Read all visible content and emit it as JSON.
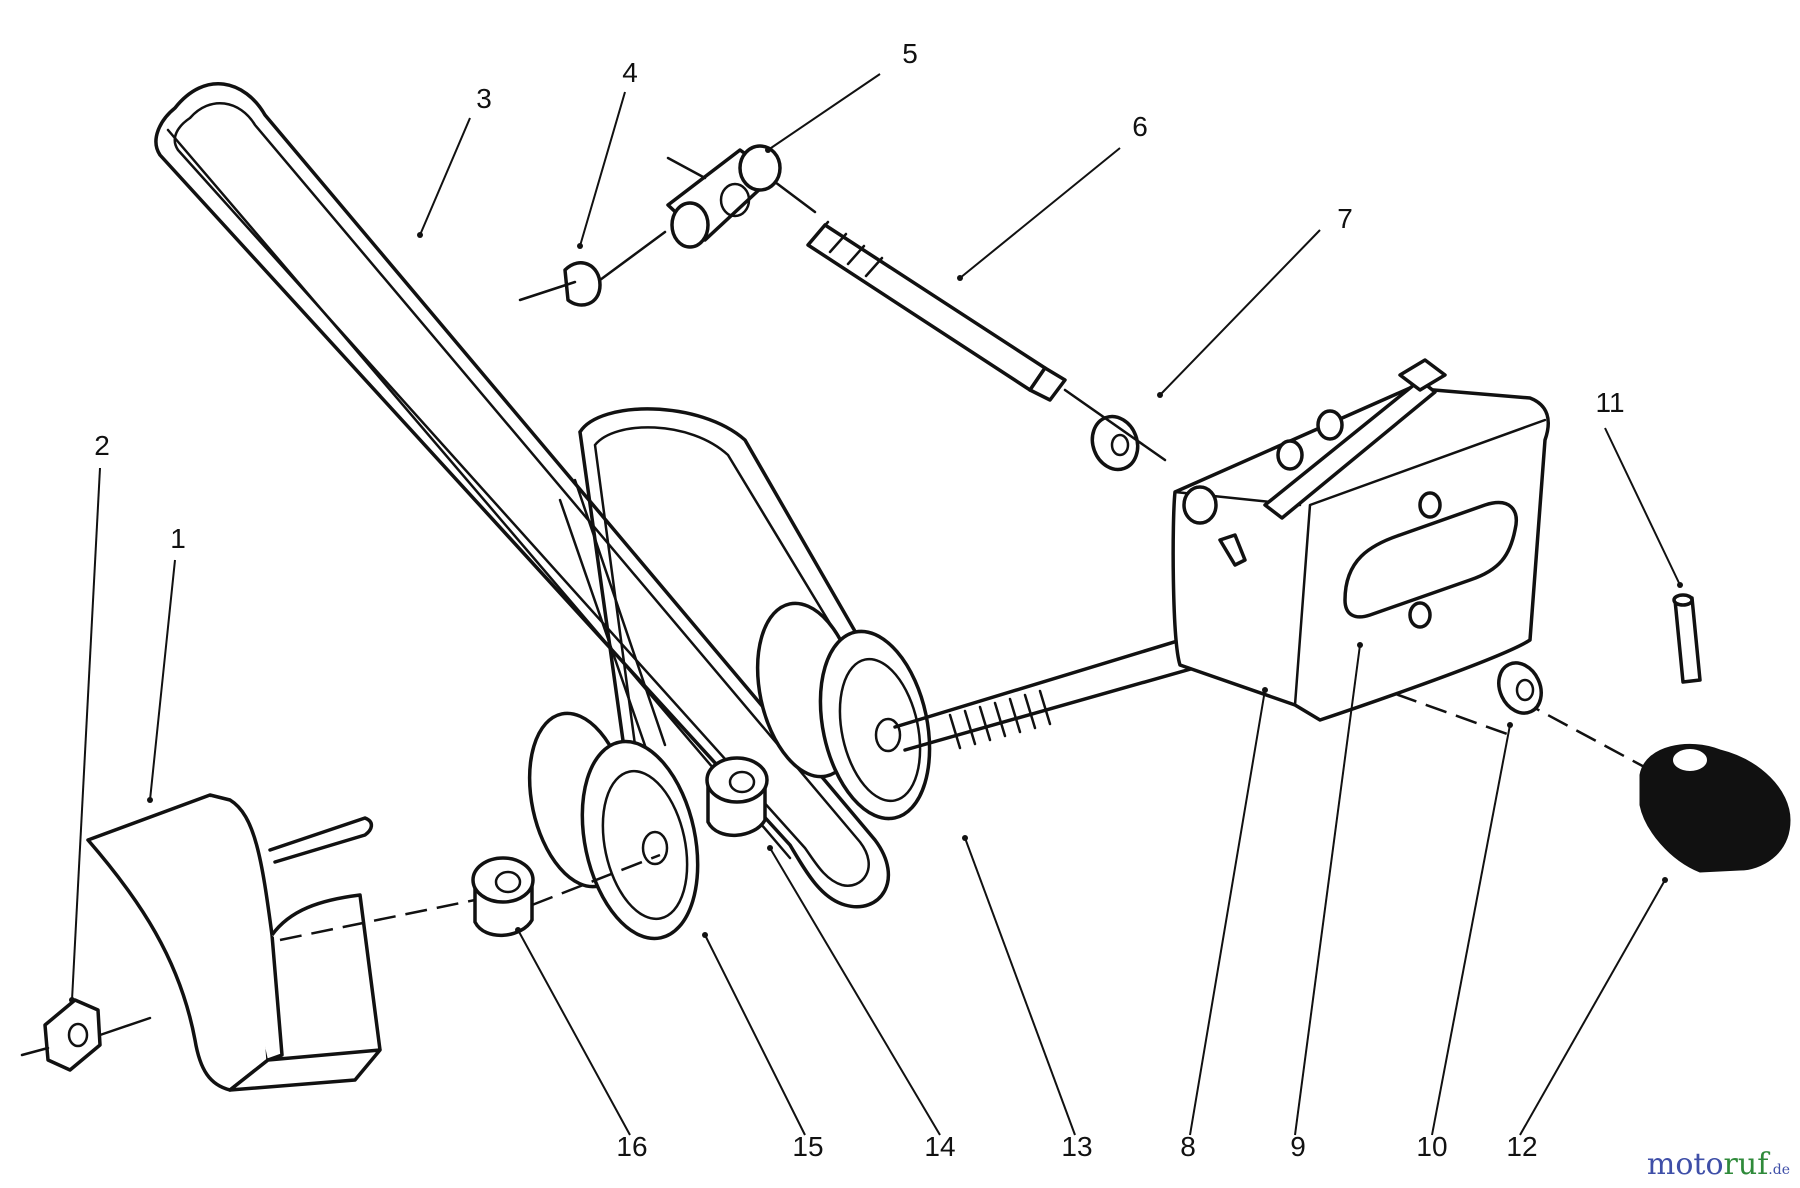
{
  "parts": [
    {
      "id": "1",
      "label": "1"
    },
    {
      "id": "2",
      "label": "2"
    },
    {
      "id": "3",
      "label": "3"
    },
    {
      "id": "4",
      "label": "4"
    },
    {
      "id": "5",
      "label": "5"
    },
    {
      "id": "6",
      "label": "6"
    },
    {
      "id": "7",
      "label": "7"
    },
    {
      "id": "8",
      "label": "8"
    },
    {
      "id": "9",
      "label": "9"
    },
    {
      "id": "10",
      "label": "10"
    },
    {
      "id": "11",
      "label": "11"
    },
    {
      "id": "12",
      "label": "12"
    },
    {
      "id": "13",
      "label": "13"
    },
    {
      "id": "14",
      "label": "14"
    },
    {
      "id": "15",
      "label": "15"
    },
    {
      "id": "16",
      "label": "16"
    }
  ],
  "watermark": {
    "text_a": "moto",
    "text_b": "ruf",
    "text_c": ".de"
  }
}
